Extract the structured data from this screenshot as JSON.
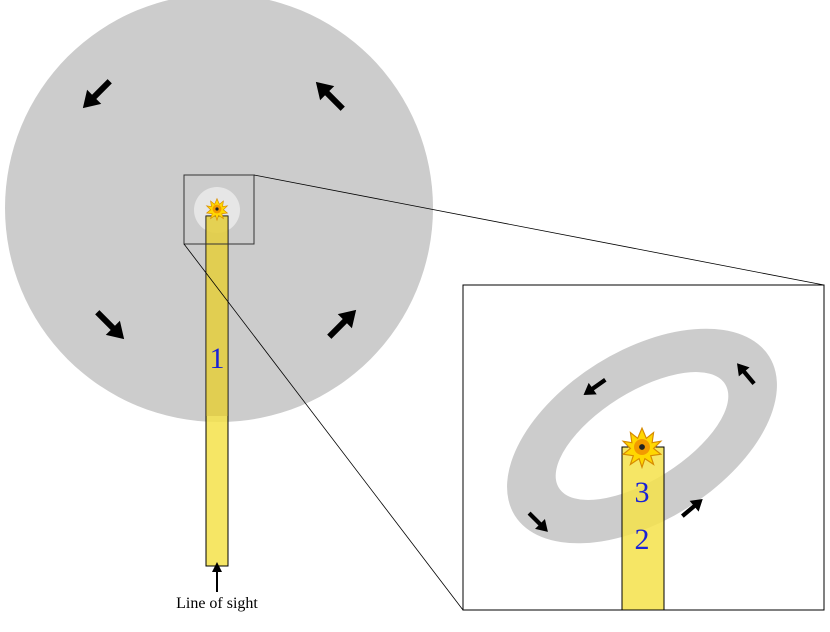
{
  "labels": {
    "region_1": "1",
    "region_2": "2",
    "region_3": "3",
    "line_of_sight": "Line of sight"
  },
  "colors": {
    "cloud_gray": "#cccccc",
    "inner_cavity": "#e6e6e6",
    "beam_yellow": "#f5e24a",
    "number_blue": "#1a22d6",
    "star_yellow": "#ffd700",
    "star_core": "#e07800",
    "arrow": "#000000"
  },
  "icons": [
    "star-icon",
    "arrow-icon"
  ]
}
